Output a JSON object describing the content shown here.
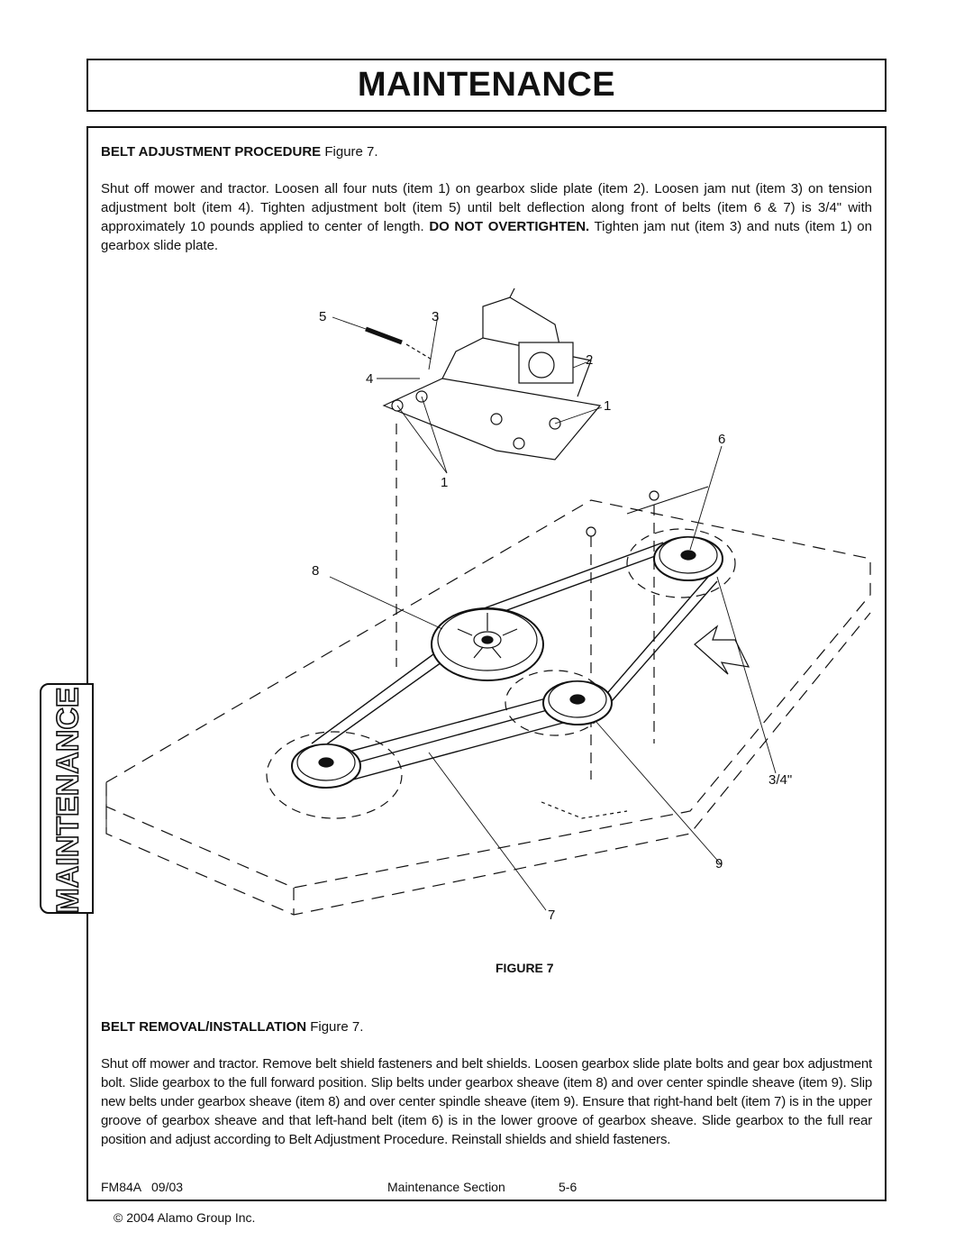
{
  "header": {
    "title": "MAINTENANCE"
  },
  "side_tab": {
    "label": "MAINTENANCE"
  },
  "section1": {
    "heading": "BELT ADJUSTMENT PROCEDURE",
    "figure_ref": "Figure 7.",
    "body_html": "Shut off mower and tractor. Loosen all four nuts (item 1) on gearbox slide plate (item 2). Loosen jam nut (item 3) on tension adjustment bolt (item 4). Tighten adjustment bolt (item 5) until belt deflection along front of belts (item 6 &amp; 7) is 3/4\" with approximately 10 pounds applied to center of length. <b>DO NOT OVERTIGHTEN.</b> Tighten jam nut (item 3) and nuts (item 1) on gearbox slide plate."
  },
  "figure": {
    "caption": "FIGURE 7",
    "callouts": [
      "5",
      "3",
      "2",
      "4",
      "1",
      "6",
      "1",
      "8",
      "3/4\"",
      "9",
      "7"
    ]
  },
  "section2": {
    "heading": "BELT REMOVAL/INSTALLATION",
    "figure_ref": "Figure 7.",
    "body": "Shut off mower and tractor. Remove belt shield fasteners and belt shields. Loosen gearbox slide plate bolts and gear box adjustment bolt. Slide gearbox to the full forward position. Slip belts under gearbox sheave (item 8) and over center spindle sheave (item 9). Slip new belts under gearbox sheave (item 8) and over center spindle sheave (item 9). Ensure that right-hand belt (item 7) is in the upper groove of gearbox sheave and that left-hand belt (item 6) is in the lower groove of gearbox sheave. Slide gearbox to the full rear position and adjust according to Belt Adjustment Procedure. Reinstall shields and shield fasteners."
  },
  "footer": {
    "doc_id": "FM84A   09/03",
    "section": "Maintenance Section",
    "page": "5-6",
    "copyright": "© 2004 Alamo Group Inc."
  }
}
